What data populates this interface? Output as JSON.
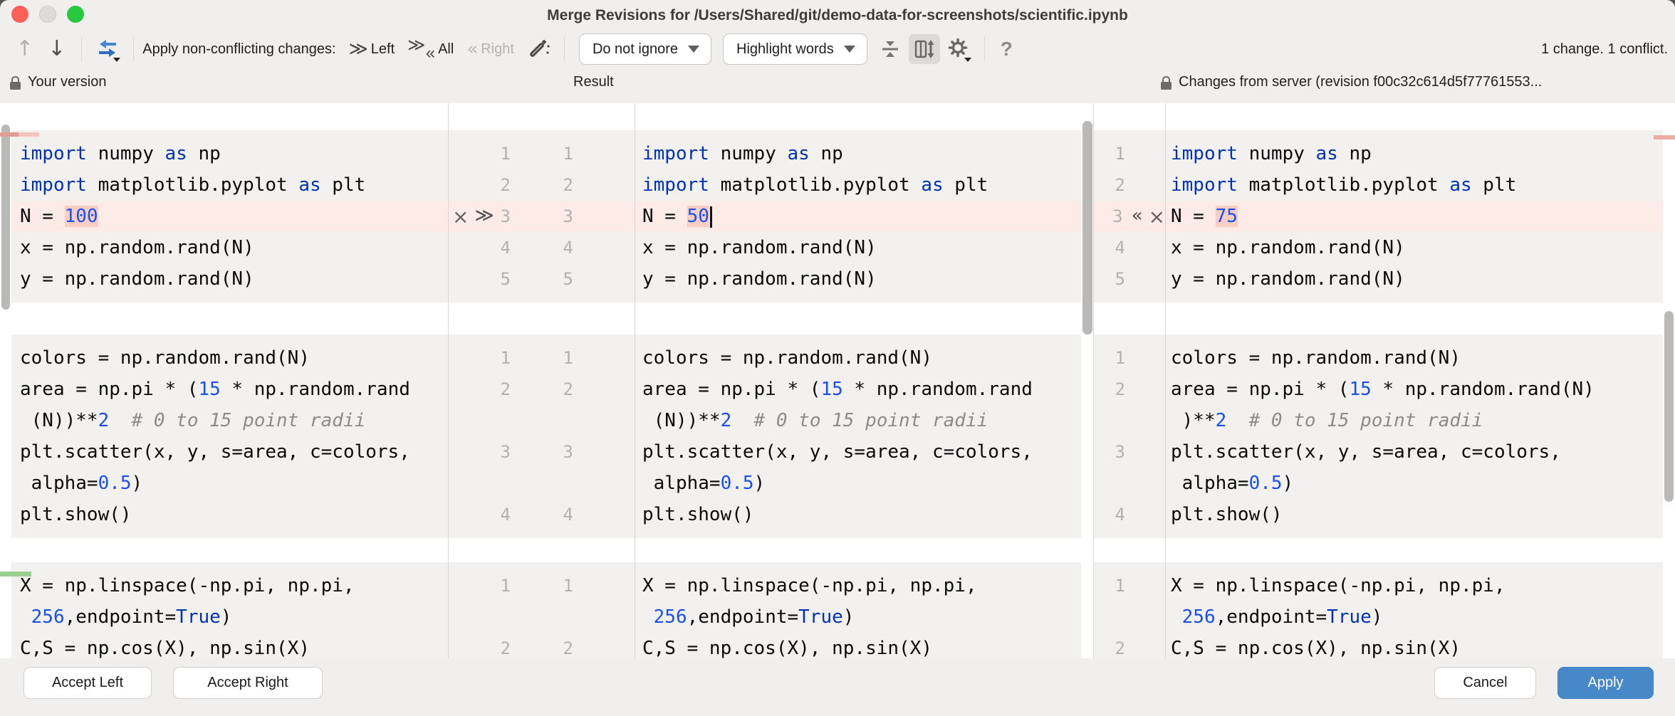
{
  "window": {
    "title": "Merge Revisions for /Users/Shared/git/demo-data-for-screenshots/scientific.ipynb"
  },
  "toolbar": {
    "up_arrow": "↑",
    "down_arrow": "↓",
    "apply_label": "Apply non-conflicting changes:",
    "chevron_right": "≫",
    "chevron_left": "«",
    "left_label": "Left",
    "all_label": "All",
    "right_label": "Right",
    "ignore_dropdown": "Do not ignore",
    "highlight_dropdown": "Highlight words",
    "help_label": "?"
  },
  "status": "1 change. 1 conflict.",
  "headers": {
    "left": "Your version",
    "center": "Result",
    "right": "Changes from server (revision f00c32c614d5f77761553..."
  },
  "footer": {
    "accept_left": "Accept Left",
    "accept_right": "Accept Right",
    "cancel": "Cancel",
    "apply": "Apply"
  },
  "colors": {
    "accent_apply": "#4788c8",
    "conflict_line": "#fdebe7",
    "conflict_word": "#f7cdc5",
    "keyword": "#0033b3",
    "number": "#1750eb",
    "comment": "#8c8c8c"
  },
  "editor": {
    "gutter_icons": {
      "ignore": "×",
      "to_left": "≫",
      "to_right": "«"
    },
    "blocks": [
      {
        "gap_before": 38,
        "rows": [
          {
            "nums": [
              "1",
              "1",
              "1"
            ],
            "conflict": false,
            "left": [
              {
                "k": "kw",
                "s": "import"
              },
              {
                "k": "t",
                "s": " numpy "
              },
              {
                "k": "kw",
                "s": "as"
              },
              {
                "k": "t",
                "s": " np"
              }
            ],
            "result": [
              {
                "k": "kw",
                "s": "import"
              },
              {
                "k": "t",
                "s": " numpy "
              },
              {
                "k": "kw",
                "s": "as"
              },
              {
                "k": "t",
                "s": " np"
              }
            ],
            "right": [
              {
                "k": "kw",
                "s": "import"
              },
              {
                "k": "t",
                "s": " numpy "
              },
              {
                "k": "kw",
                "s": "as"
              },
              {
                "k": "t",
                "s": " np"
              }
            ]
          },
          {
            "nums": [
              "2",
              "2",
              "2"
            ],
            "conflict": false,
            "left": [
              {
                "k": "kw",
                "s": "import"
              },
              {
                "k": "t",
                "s": " matplotlib.pyplot "
              },
              {
                "k": "kw",
                "s": "as"
              },
              {
                "k": "t",
                "s": " plt"
              }
            ],
            "result": [
              {
                "k": "kw",
                "s": "import"
              },
              {
                "k": "t",
                "s": " matplotlib.pyplot "
              },
              {
                "k": "kw",
                "s": "as"
              },
              {
                "k": "t",
                "s": " plt"
              }
            ],
            "right": [
              {
                "k": "kw",
                "s": "import"
              },
              {
                "k": "t",
                "s": " matplotlib.pyplot "
              },
              {
                "k": "kw",
                "s": "as"
              },
              {
                "k": "t",
                "s": " plt"
              }
            ]
          },
          {
            "nums": [
              "3",
              "3",
              "3"
            ],
            "conflict": true,
            "left": [
              {
                "k": "t",
                "s": "N = "
              },
              {
                "k": "hl",
                "s": "100"
              }
            ],
            "result": [
              {
                "k": "t",
                "s": "N = "
              },
              {
                "k": "hl",
                "s": "50"
              },
              {
                "k": "caret",
                "s": ""
              }
            ],
            "right": [
              {
                "k": "t",
                "s": "N = "
              },
              {
                "k": "hl",
                "s": "75"
              }
            ]
          },
          {
            "nums": [
              "4",
              "4",
              "4"
            ],
            "conflict": false,
            "left": [
              {
                "k": "t",
                "s": "x = np.random.rand(N)"
              }
            ],
            "result": [
              {
                "k": "t",
                "s": "x = np.random.rand(N)"
              }
            ],
            "right": [
              {
                "k": "t",
                "s": "x = np.random.rand(N)"
              }
            ]
          },
          {
            "nums": [
              "5",
              "5",
              "5"
            ],
            "conflict": false,
            "left": [
              {
                "k": "t",
                "s": "y = np.random.rand(N)"
              }
            ],
            "result": [
              {
                "k": "t",
                "s": "y = np.random.rand(N)"
              }
            ],
            "right": [
              {
                "k": "t",
                "s": "y = np.random.rand(N)"
              }
            ]
          }
        ]
      },
      {
        "gap_before": 45,
        "rows": [
          {
            "nums": [
              "1",
              "1",
              "1"
            ],
            "conflict": false,
            "left": [
              {
                "k": "t",
                "s": "colors = np.random.rand(N)"
              }
            ],
            "result": [
              {
                "k": "t",
                "s": "colors = np.random.rand(N)"
              }
            ],
            "right": [
              {
                "k": "t",
                "s": "colors = np.random.rand(N)"
              }
            ]
          },
          {
            "nums": [
              "2",
              "2",
              "2"
            ],
            "conflict": false,
            "left": [
              {
                "k": "t",
                "s": "area = np.pi * ("
              },
              {
                "k": "num",
                "s": "15"
              },
              {
                "k": "t",
                "s": " * np.random.rand"
              }
            ],
            "result": [
              {
                "k": "t",
                "s": "area = np.pi * ("
              },
              {
                "k": "num",
                "s": "15"
              },
              {
                "k": "t",
                "s": " * np.random.rand"
              }
            ],
            "right": [
              {
                "k": "t",
                "s": "area = np.pi * ("
              },
              {
                "k": "num",
                "s": "15"
              },
              {
                "k": "t",
                "s": " * np.random.rand(N)"
              }
            ]
          },
          {
            "nums": [
              "",
              "",
              ""
            ],
            "conflict": false,
            "left": [
              {
                "k": "t",
                "s": " (N))**"
              },
              {
                "k": "num",
                "s": "2"
              },
              {
                "k": "t",
                "s": "  "
              },
              {
                "k": "cmt",
                "s": "# 0 to 15 point radii"
              }
            ],
            "result": [
              {
                "k": "t",
                "s": " (N))**"
              },
              {
                "k": "num",
                "s": "2"
              },
              {
                "k": "t",
                "s": "  "
              },
              {
                "k": "cmt",
                "s": "# 0 to 15 point radii"
              }
            ],
            "right": [
              {
                "k": "t",
                "s": " )**"
              },
              {
                "k": "num",
                "s": "2"
              },
              {
                "k": "t",
                "s": "  "
              },
              {
                "k": "cmt",
                "s": "# 0 to 15 point radii"
              }
            ]
          },
          {
            "nums": [
              "3",
              "3",
              "3"
            ],
            "conflict": false,
            "left": [
              {
                "k": "t",
                "s": "plt.scatter(x, y, s=area, c=colors,"
              }
            ],
            "result": [
              {
                "k": "t",
                "s": "plt.scatter(x, y, s=area, c=colors,"
              }
            ],
            "right": [
              {
                "k": "t",
                "s": "plt.scatter(x, y, s=area, c=colors,"
              }
            ]
          },
          {
            "nums": [
              "",
              "",
              ""
            ],
            "conflict": false,
            "left": [
              {
                "k": "t",
                "s": " alpha="
              },
              {
                "k": "num",
                "s": "0.5"
              },
              {
                "k": "t",
                "s": ")"
              }
            ],
            "result": [
              {
                "k": "t",
                "s": " alpha="
              },
              {
                "k": "num",
                "s": "0.5"
              },
              {
                "k": "t",
                "s": ")"
              }
            ],
            "right": [
              {
                "k": "t",
                "s": " alpha="
              },
              {
                "k": "num",
                "s": "0.5"
              },
              {
                "k": "t",
                "s": ")"
              }
            ]
          },
          {
            "nums": [
              "4",
              "4",
              "4"
            ],
            "conflict": false,
            "left": [
              {
                "k": "t",
                "s": "plt.show()"
              }
            ],
            "result": [
              {
                "k": "t",
                "s": "plt.show()"
              }
            ],
            "right": [
              {
                "k": "t",
                "s": "plt.show()"
              }
            ]
          }
        ]
      },
      {
        "gap_before": 34,
        "rows": [
          {
            "nums": [
              "1",
              "1",
              "1"
            ],
            "conflict": false,
            "left": [
              {
                "k": "t",
                "s": "X = np.linspace(-np.pi, np.pi,"
              }
            ],
            "result": [
              {
                "k": "t",
                "s": "X = np.linspace(-np.pi, np.pi,"
              }
            ],
            "right": [
              {
                "k": "t",
                "s": "X = np.linspace(-np.pi, np.pi,"
              }
            ]
          },
          {
            "nums": [
              "",
              "",
              ""
            ],
            "conflict": false,
            "left": [
              {
                "k": "t",
                "s": " "
              },
              {
                "k": "num",
                "s": "256"
              },
              {
                "k": "t",
                "s": ",endpoint="
              },
              {
                "k": "kw",
                "s": "True"
              },
              {
                "k": "t",
                "s": ")"
              }
            ],
            "result": [
              {
                "k": "t",
                "s": " "
              },
              {
                "k": "num",
                "s": "256"
              },
              {
                "k": "t",
                "s": ",endpoint="
              },
              {
                "k": "kw",
                "s": "True"
              },
              {
                "k": "t",
                "s": ")"
              }
            ],
            "right": [
              {
                "k": "t",
                "s": " "
              },
              {
                "k": "num",
                "s": "256"
              },
              {
                "k": "t",
                "s": ",endpoint="
              },
              {
                "k": "kw",
                "s": "True"
              },
              {
                "k": "t",
                "s": ")"
              }
            ]
          },
          {
            "nums": [
              "2",
              "2",
              "2"
            ],
            "conflict": false,
            "left": [
              {
                "k": "t",
                "s": "C,S = np.cos(X), np.sin(X)"
              }
            ],
            "result": [
              {
                "k": "t",
                "s": "C,S = np.cos(X), np.sin(X)"
              }
            ],
            "right": [
              {
                "k": "t",
                "s": "C,S = np.cos(X), np.sin(X)"
              }
            ]
          }
        ]
      }
    ]
  }
}
